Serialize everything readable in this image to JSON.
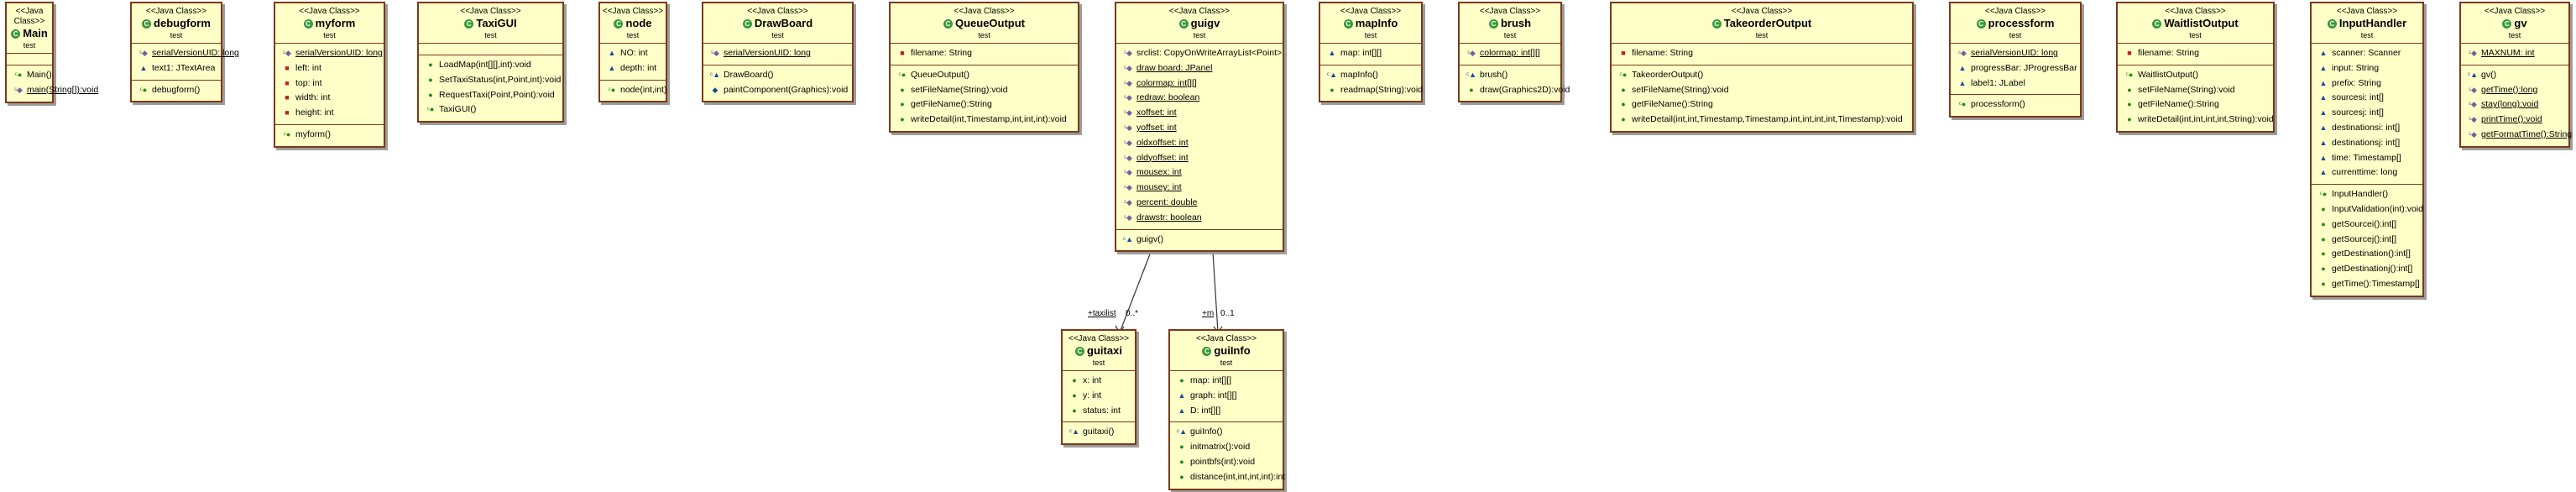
{
  "stereotype": "<<Java Class>>",
  "package": "test",
  "classes": {
    "Main": {
      "name": "Main",
      "attributes": [],
      "methods": [
        {
          "k": "ctor",
          "t": "Main()"
        },
        {
          "k": "static",
          "t": "main(String[]):void",
          "u": true
        }
      ]
    },
    "debugform": {
      "name": "debugform",
      "attributes": [
        {
          "k": "static",
          "t": "serialVersionUID: long",
          "u": true
        },
        {
          "k": "pkg",
          "t": "text1: JTextArea"
        }
      ],
      "methods": [
        {
          "k": "ctor",
          "t": "debugform()"
        }
      ]
    },
    "myform": {
      "name": "myform",
      "attributes": [
        {
          "k": "static",
          "t": "serialVersionUID: long",
          "u": true
        },
        {
          "k": "priv",
          "t": "left: int"
        },
        {
          "k": "priv",
          "t": "top: int"
        },
        {
          "k": "priv",
          "t": "width: int"
        },
        {
          "k": "priv",
          "t": "height: int"
        }
      ],
      "methods": [
        {
          "k": "ctor",
          "t": "myform()"
        }
      ]
    },
    "TaxiGUI": {
      "name": "TaxiGUI",
      "attributes": [],
      "methods": [
        {
          "k": "pub",
          "t": "LoadMap(int[][],int):void"
        },
        {
          "k": "pub",
          "t": "SetTaxiStatus(int,Point,int):void"
        },
        {
          "k": "pub",
          "t": "RequestTaxi(Point,Point):void"
        },
        {
          "k": "ctor",
          "t": "TaxiGUI()"
        }
      ]
    },
    "node": {
      "name": "node",
      "attributes": [
        {
          "k": "pkg",
          "t": "NO: int"
        },
        {
          "k": "pkg",
          "t": "depth: int"
        }
      ],
      "methods": [
        {
          "k": "ctor",
          "t": "node(int,int)"
        }
      ]
    },
    "DrawBoard": {
      "name": "DrawBoard",
      "attributes": [
        {
          "k": "static",
          "t": "serialVersionUID: long",
          "u": true
        }
      ],
      "methods": [
        {
          "k": "ctorpkg",
          "t": "DrawBoard()"
        },
        {
          "k": "prot",
          "t": "paintComponent(Graphics):void"
        }
      ]
    },
    "QueueOutput": {
      "name": "QueueOutput",
      "attributes": [
        {
          "k": "priv",
          "t": "filename: String"
        }
      ],
      "methods": [
        {
          "k": "ctor",
          "t": "QueueOutput()"
        },
        {
          "k": "pub",
          "t": "setFileName(String):void"
        },
        {
          "k": "pub",
          "t": "getFileName():String"
        },
        {
          "k": "pub",
          "t": "writeDetail(int,Timestamp,int,int,int):void"
        }
      ]
    },
    "guigv": {
      "name": "guigv",
      "attributes": [
        {
          "k": "static",
          "t": "srclist: CopyOnWriteArrayList<Point>"
        },
        {
          "k": "static",
          "t": "draw board: JPanel",
          "u": true
        },
        {
          "k": "static",
          "t": "colormap: int[][]",
          "u": true
        },
        {
          "k": "static",
          "t": "redraw: boolean",
          "u": true
        },
        {
          "k": "static",
          "t": "xoffset: int",
          "u": true
        },
        {
          "k": "static",
          "t": "yoffset: int",
          "u": true
        },
        {
          "k": "static",
          "t": "oldxoffset: int",
          "u": true
        },
        {
          "k": "static",
          "t": "oldyoffset: int",
          "u": true
        },
        {
          "k": "static",
          "t": "mousex: int",
          "u": true
        },
        {
          "k": "static",
          "t": "mousey: int",
          "u": true
        },
        {
          "k": "static",
          "t": "percent: double",
          "u": true
        },
        {
          "k": "static",
          "t": "drawstr: boolean",
          "u": true
        }
      ],
      "methods": [
        {
          "k": "ctorpkg",
          "t": "guigv()"
        }
      ]
    },
    "mapInfo": {
      "name": "mapInfo",
      "attributes": [
        {
          "k": "pkg",
          "t": "map: int[][]"
        }
      ],
      "methods": [
        {
          "k": "ctorpkg",
          "t": "mapInfo()"
        },
        {
          "k": "pub",
          "t": "readmap(String):void"
        }
      ]
    },
    "brush": {
      "name": "brush",
      "attributes": [
        {
          "k": "static",
          "t": "colormap: int[][]",
          "u": true
        }
      ],
      "methods": [
        {
          "k": "ctorpkg",
          "t": "brush()"
        },
        {
          "k": "pub",
          "t": "draw(Graphics2D):void"
        }
      ]
    },
    "TakeorderOutput": {
      "name": "TakeorderOutput",
      "attributes": [
        {
          "k": "priv",
          "t": "filename: String"
        }
      ],
      "methods": [
        {
          "k": "ctor",
          "t": "TakeorderOutput()"
        },
        {
          "k": "pub",
          "t": "setFileName(String):void"
        },
        {
          "k": "pub",
          "t": "getFileName():String"
        },
        {
          "k": "pub",
          "t": "writeDetail(int,int,Timestamp,Timestamp,int,int,int,int,Timestamp):void"
        }
      ]
    },
    "processform": {
      "name": "processform",
      "attributes": [
        {
          "k": "static",
          "t": "serialVersionUID: long",
          "u": true
        },
        {
          "k": "pkg",
          "t": "progressBar: JProgressBar"
        },
        {
          "k": "pkg",
          "t": "label1: JLabel"
        }
      ],
      "methods": [
        {
          "k": "ctor",
          "t": "processform()"
        }
      ]
    },
    "WaitlistOutput": {
      "name": "WaitlistOutput",
      "attributes": [
        {
          "k": "priv",
          "t": "filename: String"
        }
      ],
      "methods": [
        {
          "k": "ctor",
          "t": "WaitlistOutput()"
        },
        {
          "k": "pub",
          "t": "setFileName(String):void"
        },
        {
          "k": "pub",
          "t": "getFileName():String"
        },
        {
          "k": "pub",
          "t": "writeDetail(int,int,int,int,String):void"
        }
      ]
    },
    "InputHandler": {
      "name": "InputHandler",
      "attributes": [
        {
          "k": "pkg",
          "t": "scanner: Scanner"
        },
        {
          "k": "pkg",
          "t": "input: String"
        },
        {
          "k": "pkg",
          "t": "prefix: String"
        },
        {
          "k": "pkg",
          "t": "sourcesi: int[]"
        },
        {
          "k": "pkg",
          "t": "sourcesj: int[]"
        },
        {
          "k": "pkg",
          "t": "destinationsi: int[]"
        },
        {
          "k": "pkg",
          "t": "destinationsj: int[]"
        },
        {
          "k": "pkg",
          "t": "time: Timestamp[]"
        },
        {
          "k": "pkg",
          "t": "currenttime: long"
        }
      ],
      "methods": [
        {
          "k": "ctor",
          "t": "InputHandler()"
        },
        {
          "k": "pub",
          "t": "InputValidation(int):void"
        },
        {
          "k": "pub",
          "t": "getSourcei():int[]"
        },
        {
          "k": "pub",
          "t": "getSourcej():int[]"
        },
        {
          "k": "pub",
          "t": "getDestination():int[]"
        },
        {
          "k": "pub",
          "t": "getDestinationj():int[]"
        },
        {
          "k": "pub",
          "t": "getTime():Timestamp[]"
        }
      ]
    },
    "gv": {
      "name": "gv",
      "attributes": [
        {
          "k": "static",
          "t": "MAXNUM: int",
          "u": true
        }
      ],
      "methods": [
        {
          "k": "ctorpkg",
          "t": "gv()"
        },
        {
          "k": "static",
          "t": "getTime():long",
          "u": true
        },
        {
          "k": "static",
          "t": "stay(long):void",
          "u": true
        },
        {
          "k": "static",
          "t": "printTime():void",
          "u": true
        },
        {
          "k": "static",
          "t": "getFormatTime():String",
          "u": true
        }
      ]
    },
    "guitaxi": {
      "name": "guitaxi",
      "attributes": [
        {
          "k": "pub",
          "t": "x: int"
        },
        {
          "k": "pub",
          "t": "y: int"
        },
        {
          "k": "pub",
          "t": "status: int"
        }
      ],
      "methods": [
        {
          "k": "ctorpkg",
          "t": "guitaxi()"
        }
      ]
    },
    "guiInfo": {
      "name": "guiInfo",
      "attributes": [
        {
          "k": "pub",
          "t": "map: int[][]"
        },
        {
          "k": "pkg",
          "t": "graph: int[][]"
        },
        {
          "k": "pkg",
          "t": "D: int[][]"
        }
      ],
      "methods": [
        {
          "k": "ctorpkg",
          "t": "guiInfo()"
        },
        {
          "k": "pub",
          "t": "initmatrix():void"
        },
        {
          "k": "pub",
          "t": "pointbfs(int):void"
        },
        {
          "k": "pub",
          "t": "distance(int,int,int,int):int"
        }
      ]
    }
  },
  "associations": [
    {
      "from": "guigv",
      "to": "guitaxi",
      "role": "+taxilist",
      "multiplicity": "0..*"
    },
    {
      "from": "guigv",
      "to": "guiInfo",
      "role": "+m",
      "multiplicity": "0..1"
    }
  ]
}
